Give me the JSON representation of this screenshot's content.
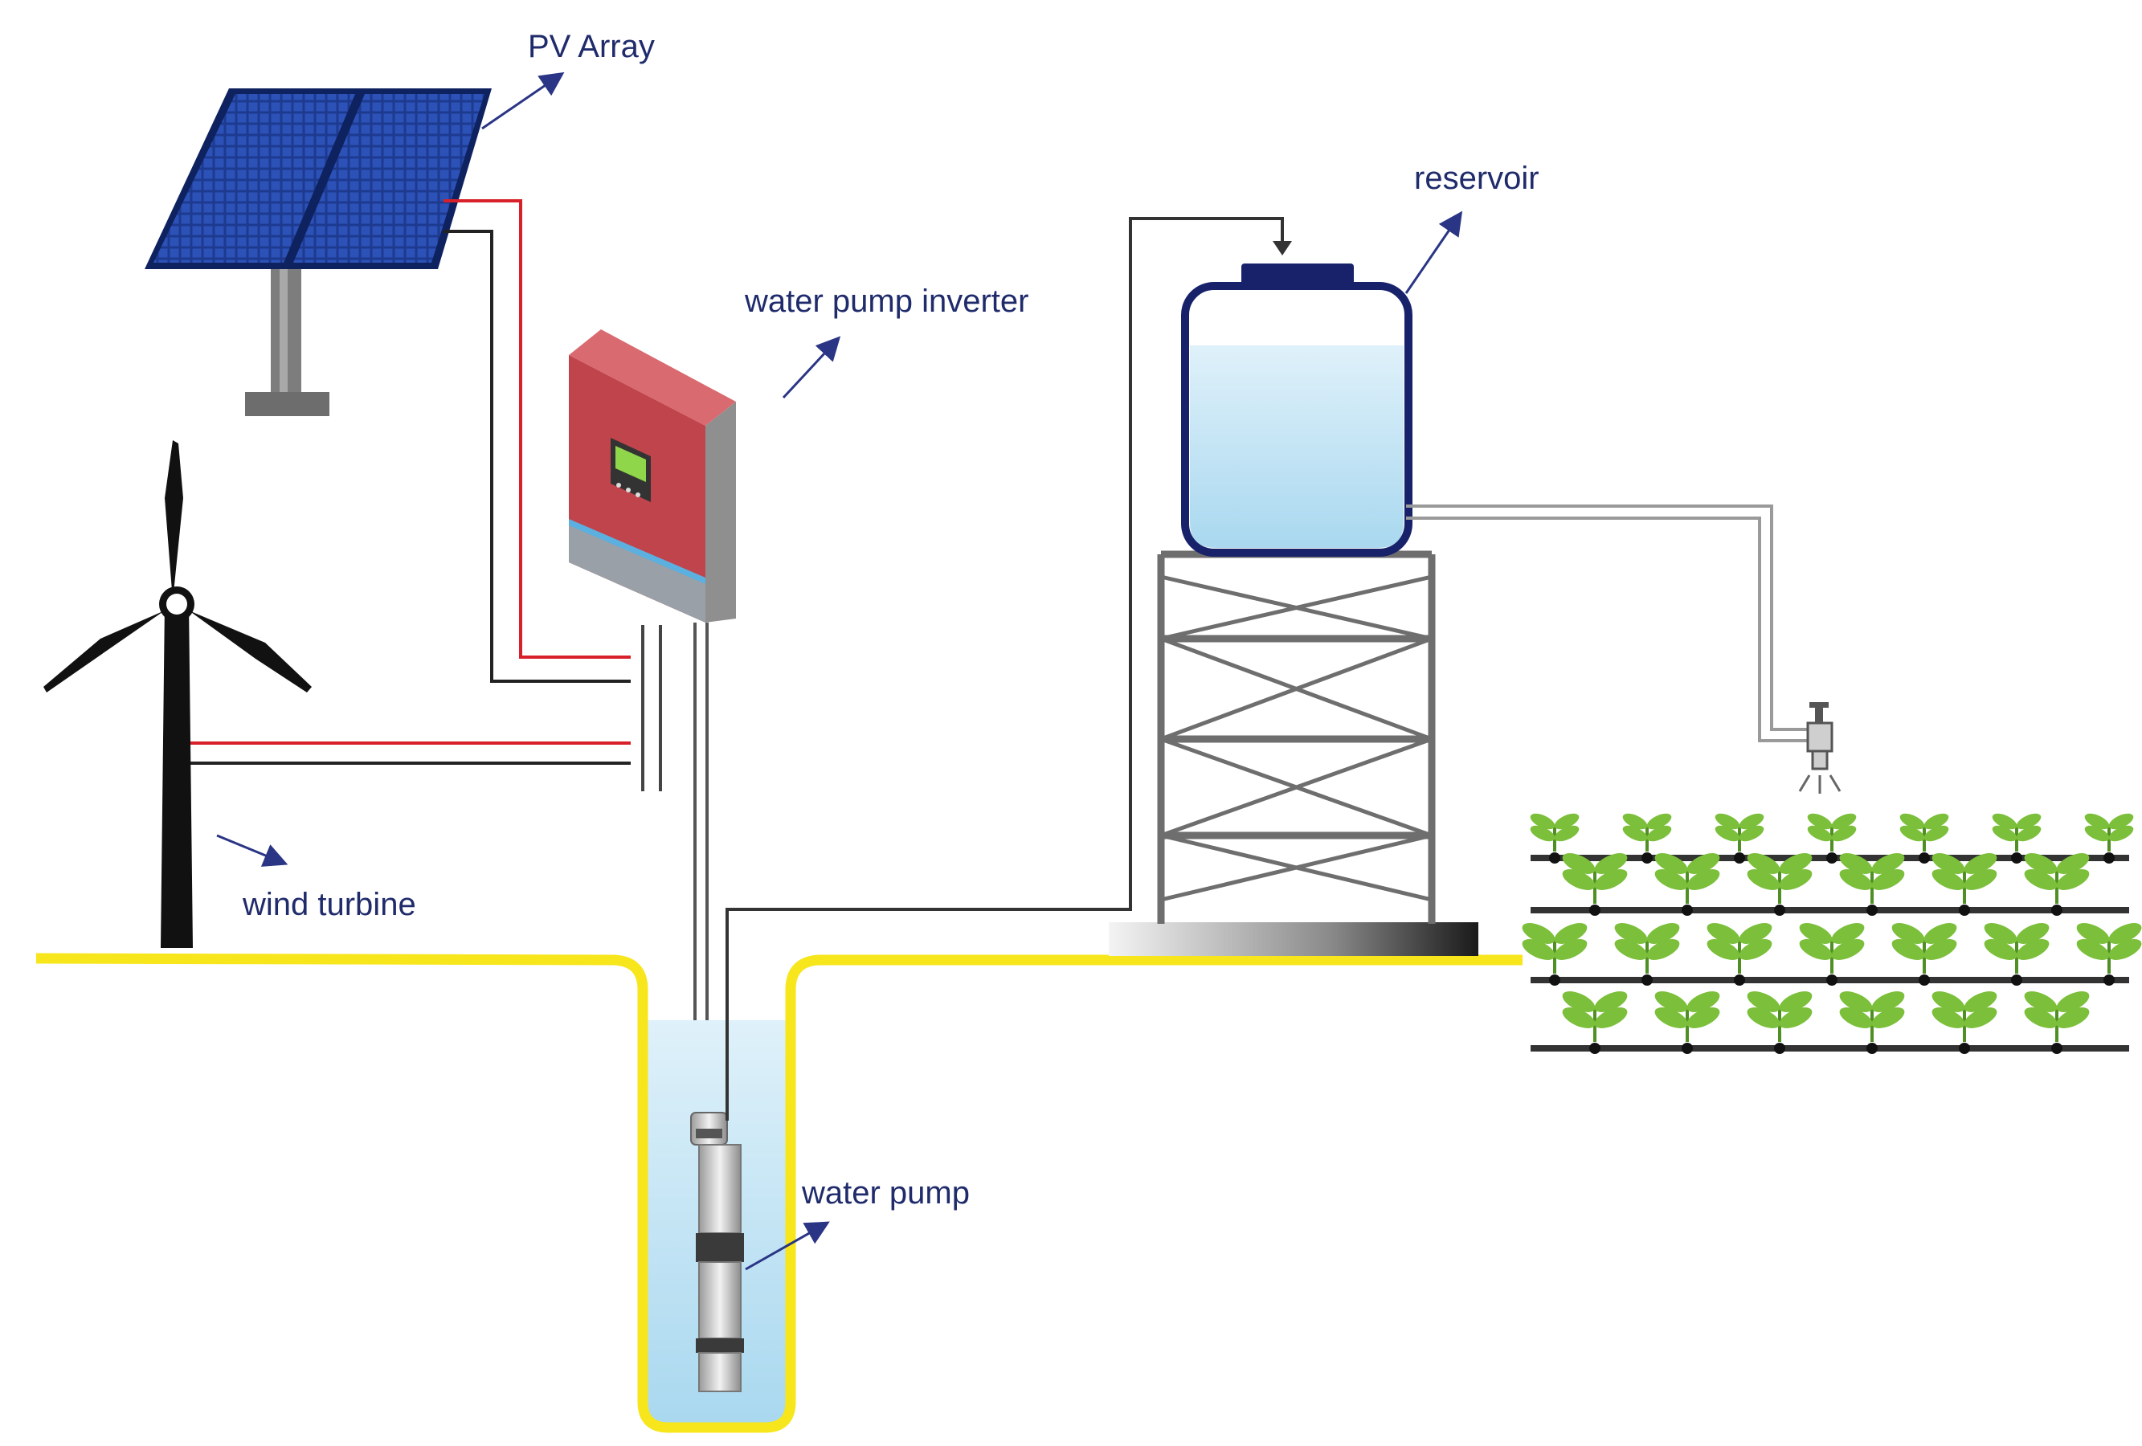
{
  "labels": {
    "pv_array": "PV Array",
    "inverter": "water pump inverter",
    "reservoir": "reservoir",
    "wind_turbine": "wind turbine",
    "water_pump": "water pump"
  },
  "colors": {
    "label_text": "#1f2b6b",
    "arrow": "#2a3585",
    "ground": "#f7e61b",
    "wire_positive": "#d8202a",
    "wire_negative": "#222222",
    "water": "#bfe3f4",
    "panel": "#1d3a8f",
    "inverter_body": "#c0444c",
    "plant_leaf": "#7bbf3a"
  },
  "icons": [
    "solar-panel-icon",
    "wind-turbine-icon",
    "inverter-icon",
    "water-tank-icon",
    "submersible-pump-icon",
    "faucet-icon",
    "crop-plant-icon"
  ]
}
